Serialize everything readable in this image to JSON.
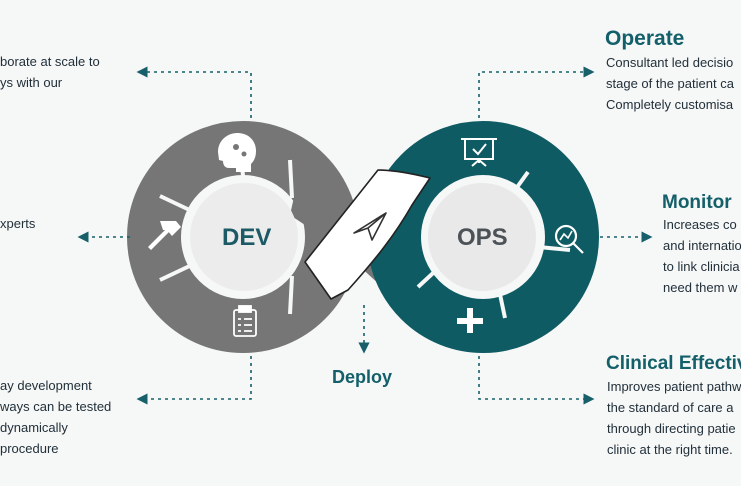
{
  "center": {
    "dev_label": "DEV",
    "ops_label": "OPS",
    "deploy_label": "Deploy"
  },
  "left": {
    "top_lines": [
      "borate at scale to",
      "ys with our"
    ],
    "middle_lines": [
      "xperts"
    ],
    "bottom_lines": [
      "ay development",
      "ways can be tested",
      "dynamically",
      "procedure"
    ]
  },
  "operate": {
    "title": "Operate",
    "lines": [
      "Consultant led decisio",
      "stage of the patient ca",
      "Completely customisa"
    ]
  },
  "monitor": {
    "title": "Monitor",
    "lines": [
      "Increases co",
      "and internatio",
      "to link clinicia",
      "need them w"
    ]
  },
  "clinical": {
    "title": "Clinical Effectiv",
    "lines": [
      "Improves patient pathw",
      "the standard of care a",
      "through directing patie",
      "clinic at the right time."
    ]
  },
  "icons": [
    "brain-puzzle-icon",
    "hammer-icon",
    "clipboard-checklist-icon",
    "presentation-board-icon",
    "magnifier-chart-icon",
    "plus-icon",
    "paper-plane-icon"
  ],
  "colors": {
    "dev_ring": "#757575",
    "ops_ring": "#0e5b63",
    "accent_text": "#14606a",
    "hub": "#e6e6e6"
  }
}
